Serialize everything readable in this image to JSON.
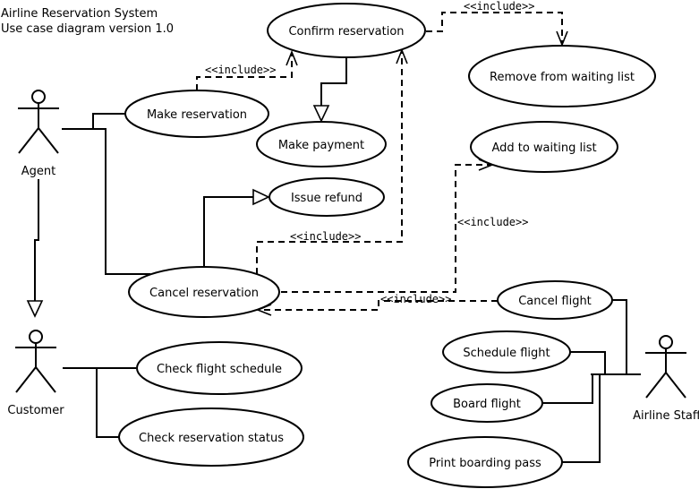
{
  "diagram": {
    "title_line1": "Airline Reservation System",
    "title_line2": "Use case diagram version 1.0",
    "actors": {
      "agent": "Agent",
      "customer": "Customer",
      "airline_staff": "Airline Staff"
    },
    "use_cases": {
      "confirm_reservation": "Confirm reservation",
      "remove_from_waiting_list": "Remove from waiting list",
      "make_reservation": "Make reservation",
      "make_payment": "Make payment",
      "add_to_waiting_list": "Add to waiting list",
      "issue_refund": "Issue refund",
      "cancel_reservation": "Cancel reservation",
      "cancel_flight": "Cancel flight",
      "schedule_flight": "Schedule flight",
      "check_flight_schedule": "Check flight schedule",
      "board_flight": "Board flight",
      "check_reservation_status": "Check reservation status",
      "print_boarding_pass": "Print boarding pass"
    },
    "include_label": "<<include>>"
  }
}
